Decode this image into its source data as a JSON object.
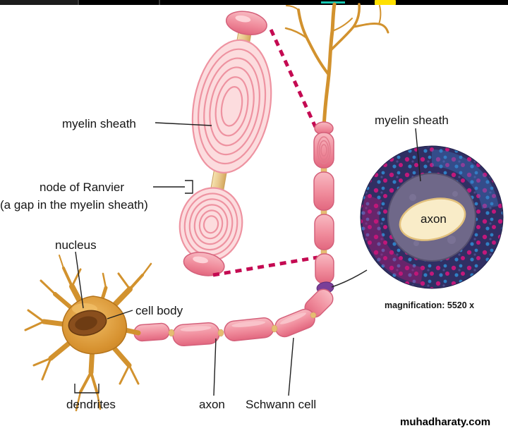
{
  "page": {
    "watermark": "muhadharaty.com"
  },
  "diagram": {
    "labels": {
      "myelin_sheath_left": "myelin sheath",
      "node_of_ranvier": "node of Ranvier",
      "node_of_ranvier_note": "(a gap in the myelin sheath)",
      "nucleus": "nucleus",
      "cell_body": "cell body",
      "dendrites": "dendrites",
      "axon": "axon",
      "schwann_cell": "Schwann cell",
      "myelin_sheath_right": "myelin sheath",
      "axon_cross_section": "axon",
      "magnification": "magnification: 5520 x"
    },
    "colors": {
      "myelin_pink": "#f08c9c",
      "axon_tan": "#e6bd72",
      "neuron_orange": "#d2922e",
      "nucleus_brown": "#8a4f1d",
      "dashed_line": "#c40a52",
      "cross_section_ring": "#302f63",
      "cross_section_inner": "#6f6889",
      "cross_section_axon": "#f9ecc8",
      "speckle_magenta": "#c1187b",
      "speckle_blue": "#2f7fc4"
    }
  }
}
